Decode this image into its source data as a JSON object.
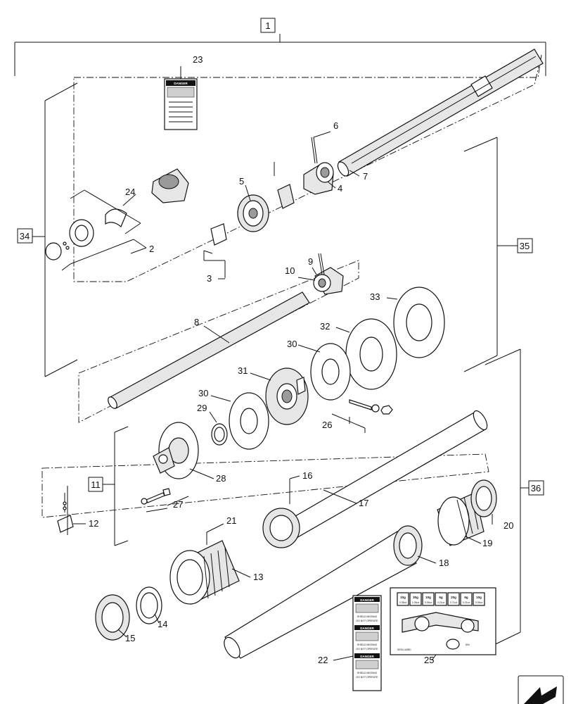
{
  "diagram": {
    "callouts_boxed": [
      "1",
      "34",
      "35",
      "11",
      "36"
    ],
    "callouts": [
      "2",
      "3",
      "4",
      "5",
      "6",
      "7",
      "8",
      "9",
      "10",
      "12",
      "13",
      "14",
      "15",
      "16",
      "17",
      "18",
      "19",
      "20",
      "21",
      "22",
      "23",
      "24",
      "25",
      "26",
      "27",
      "28",
      "29",
      "30",
      "30",
      "31",
      "32",
      "33"
    ],
    "danger_label": {
      "heading": "DANGER",
      "line1": "SHIELD MISSING",
      "line2": "DO NOT OPERATE"
    },
    "grease_chart": {
      "amounts": [
        "10g",
        "30g",
        "10g",
        "6g",
        "20g",
        "6g",
        "10g"
      ],
      "oz": [
        "0.35oz",
        "1.06oz",
        "0.35oz",
        "0.21oz",
        "0.71oz",
        "0.21oz",
        "0.35oz"
      ],
      "interval": "50h",
      "code": "SKELLA0B0"
    }
  }
}
